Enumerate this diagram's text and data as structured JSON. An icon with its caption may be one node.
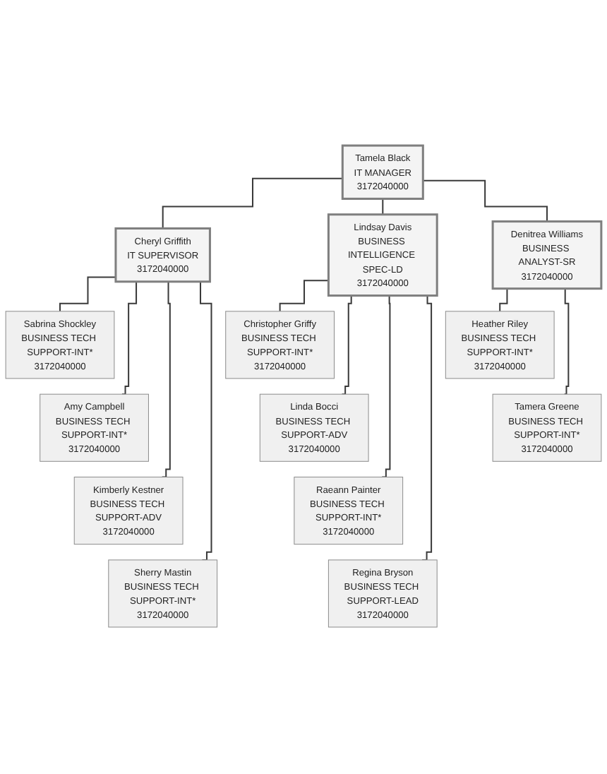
{
  "diagram": {
    "nodes": [
      {
        "text": [
          "Tamela Black",
          "IT MANAGER",
          "3172040000"
        ]
      },
      {
        "text": [
          "Cheryl Griffith",
          "IT SUPERVISOR",
          "3172040000"
        ]
      },
      {
        "text": [
          "Lindsay Davis",
          "BUSINESS INTELLIGENCE SPEC-LD",
          "3172040000"
        ]
      },
      {
        "text": [
          "Denitrea Williams",
          "BUSINESS ANALYST-SR",
          "3172040000"
        ]
      },
      {
        "text": [
          "Sabrina Shockley",
          "BUSINESS TECH SUPPORT-INT*",
          "3172040000"
        ]
      },
      {
        "text": [
          "Amy Campbell",
          "BUSINESS TECH SUPPORT-INT*",
          "3172040000"
        ]
      },
      {
        "text": [
          "Kimberly Kestner",
          "BUSINESS TECH SUPPORT-ADV",
          "3172040000"
        ]
      },
      {
        "text": [
          "Sherry Mastin",
          "BUSINESS TECH SUPPORT-INT*",
          "3172040000"
        ]
      },
      {
        "text": [
          "Christopher Griffy",
          "BUSINESS TECH SUPPORT-INT*",
          "3172040000"
        ]
      },
      {
        "text": [
          "Linda Bocci",
          "BUSINESS TECH SUPPORT-ADV",
          "3172040000"
        ]
      },
      {
        "text": [
          "Raeann Painter",
          "BUSINESS TECH SUPPORT-INT*",
          "3172040000"
        ]
      },
      {
        "text": [
          "Regina Bryson",
          "BUSINESS TECH SUPPORT-LEAD",
          "3172040000"
        ]
      },
      {
        "text": [
          "Heather Riley",
          "BUSINESS TECH SUPPORT-INT*",
          "3172040000"
        ]
      },
      {
        "text": [
          "Tamera Greene",
          "BUSINESS TECH SUPPORT-INT*",
          "3172040000"
        ]
      }
    ],
    "edges": [
      {
        "from": 0,
        "to": 1,
        "arrow": "none"
      },
      {
        "from": 0,
        "to": 2,
        "arrow": "none"
      },
      {
        "from": 0,
        "to": 3,
        "arrow": "none"
      },
      {
        "from": 1,
        "to": 4,
        "arrow": "none"
      },
      {
        "from": 1,
        "to": 5,
        "arrow": "none"
      },
      {
        "from": 1,
        "to": 6,
        "arrow": "none"
      },
      {
        "from": 1,
        "to": 7,
        "arrow": "none"
      },
      {
        "from": 2,
        "to": 8,
        "arrow": "none"
      },
      {
        "from": 2,
        "to": 9,
        "arrow": "none"
      },
      {
        "from": 2,
        "to": 10,
        "arrow": "none"
      },
      {
        "from": 2,
        "to": 11,
        "arrow": "none"
      },
      {
        "from": 3,
        "to": 12,
        "arrow": "none"
      },
      {
        "from": 3,
        "to": 13,
        "arrow": "none"
      }
    ]
  }
}
